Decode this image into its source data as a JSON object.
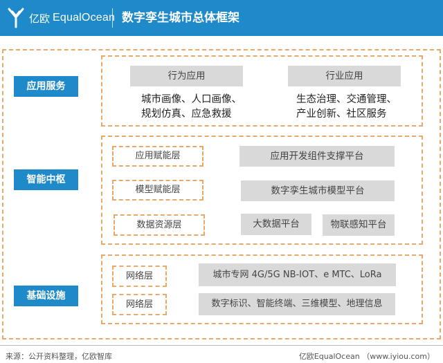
{
  "header": {
    "brand_cn": "亿欧",
    "brand_en": "EqualOcean",
    "title": "数字孪生城市总体框架",
    "logo_icon": "equalocean-logo-icon"
  },
  "layers": {
    "application": {
      "label": "应用服务",
      "groups": [
        {
          "title": "行为应用",
          "line1": "城市画像、人口画像、",
          "line2": "规划仿真、应急救援"
        },
        {
          "title": "行业应用",
          "line1": "生态治理、交通管理、",
          "line2": "产业创新、社区服务"
        }
      ]
    },
    "middle": {
      "label": "智能中枢",
      "rows": [
        {
          "name": "应用赋能层",
          "platforms": [
            "应用开发组件支撑平台"
          ]
        },
        {
          "name": "模型赋能层",
          "platforms": [
            "数字孪生城市模型平台"
          ]
        },
        {
          "name": "数据资源层",
          "platforms": [
            "大数据平台",
            "物联感知平台"
          ]
        }
      ]
    },
    "infrastructure": {
      "label": "基础设施",
      "rows": [
        {
          "name": "网络层",
          "content": "城市专网 4G/5G NB-IOT、e MTC、LoRa"
        },
        {
          "name": "网络层",
          "content": "数字标识、智能终端、三维模型、地理信息"
        }
      ]
    }
  },
  "footer": {
    "source": "来源：公开资料整理，亿欧智库",
    "credit": "亿欧EqualOcean （www.iyiou.com）"
  },
  "colors": {
    "brand_blue": "#1f8ac9",
    "dash_orange": "#e8a868",
    "gray_box": "#d9d9d9"
  }
}
